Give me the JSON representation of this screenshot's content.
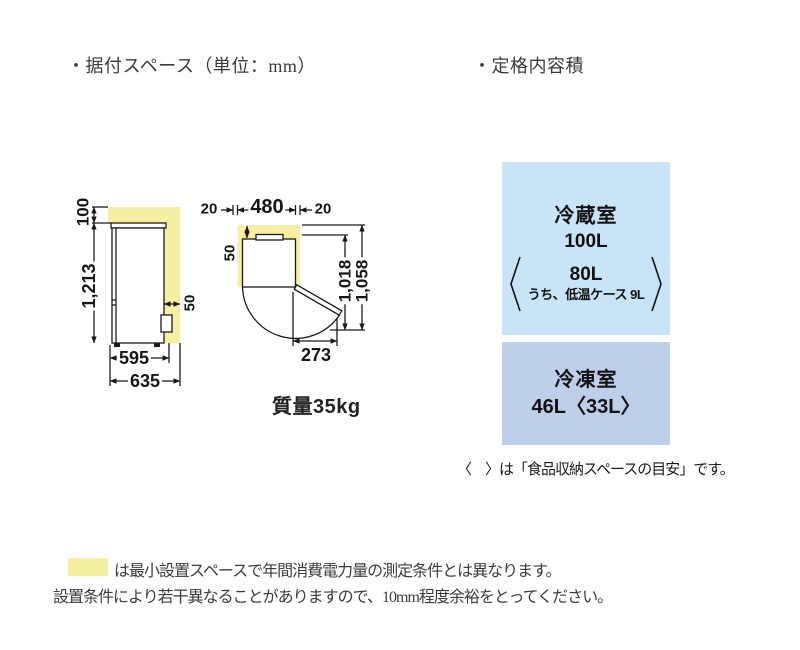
{
  "headings": {
    "install_space": "・据付スペース（単位：mm）",
    "rated_capacity": "・定格内容積"
  },
  "side_view": {
    "top_clearance": "100",
    "height": "1,213",
    "rear_clearance": "50",
    "body_depth": "595",
    "total_depth": "635"
  },
  "top_view": {
    "left_clearance": "20",
    "width": "480",
    "right_clearance": "20",
    "back_clearance": "50",
    "open_depth": "1,018",
    "total_open_depth": "1,058",
    "door_swing": "273"
  },
  "weight_label": "質量35kg",
  "capacity": {
    "fridge": {
      "title": "冷蔵室",
      "total": "100L",
      "storage": "80L",
      "storage_note": "うち、低温ケース 9L"
    },
    "freezer": {
      "title": "冷凍室",
      "value": "46L〈33L〉"
    },
    "caption": "〈　〉は「食品収納スペースの目安」です。"
  },
  "notes": {
    "line1": "は最小設置スペースで年間消費電力量の測定条件とは異なります。",
    "line2": "設置条件により若干異なることがありますので、10mm程度余裕をとってください。"
  },
  "colors": {
    "highlight_yellow": "#F7EFA1",
    "fridge_blue": "#C8E4F6",
    "freezer_blue": "#BDCFE9"
  }
}
